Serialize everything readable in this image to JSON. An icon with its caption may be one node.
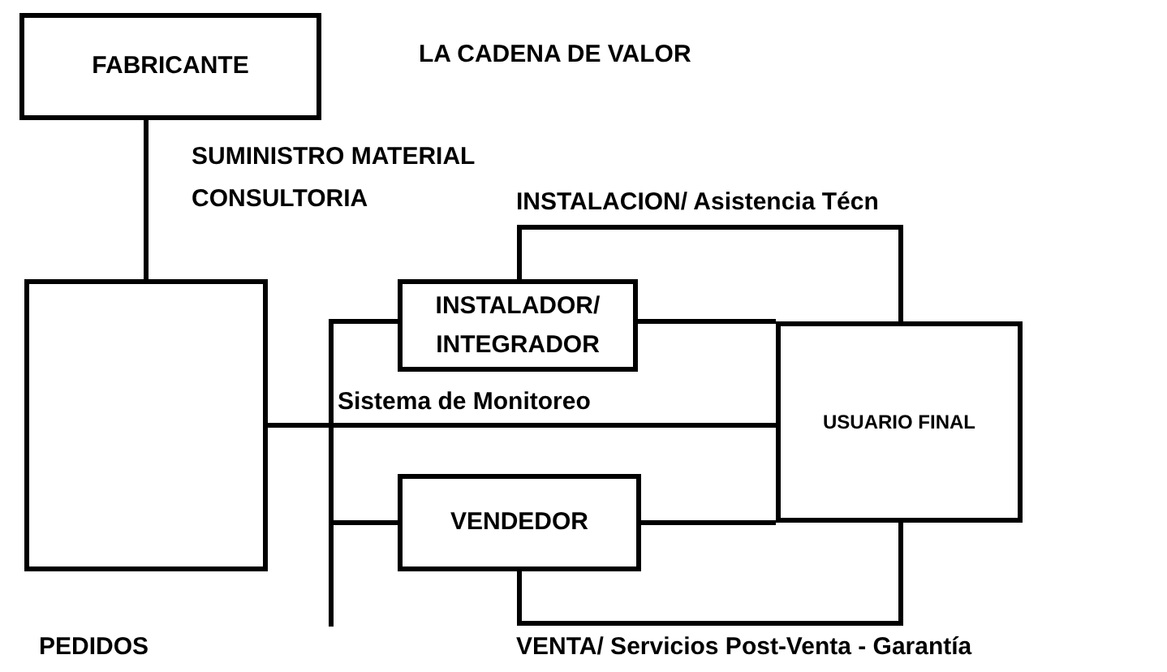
{
  "diagram": {
    "title": "LA CADENA DE VALOR",
    "nodes": [
      {
        "text": [
          "FABRICANTE"
        ]
      },
      {
        "text": [],
        "shape": "box"
      },
      {
        "text": [
          "INSTALADOR/ INTEGRADOR"
        ]
      },
      {
        "text": [
          "USUARIO FINAL"
        ]
      },
      {
        "text": [
          "VENDEDOR"
        ]
      }
    ],
    "edges": [
      {
        "from": 0,
        "to": 1,
        "arrow": "none",
        "label": "SUMINISTRO MATERIAL CONSULTORIA"
      },
      {
        "from": 1,
        "to": 2,
        "arrow": "none"
      },
      {
        "from": 1,
        "to": 4,
        "arrow": "none"
      },
      {
        "from": 1,
        "to": 3,
        "arrow": "none",
        "label": "Sistema de Monitoreo"
      },
      {
        "from": 2,
        "to": 3,
        "arrow": "none"
      },
      {
        "from": 2,
        "to": 3,
        "arrow": "none",
        "label": "INSTALACION/ Asistencia Técn"
      },
      {
        "from": 4,
        "to": 3,
        "arrow": "none"
      },
      {
        "from": 4,
        "to": 3,
        "arrow": "none",
        "label": "VENTA/ Servicios Post-Venta - Garantía"
      }
    ],
    "labels": [
      "PEDIDOS"
    ]
  }
}
